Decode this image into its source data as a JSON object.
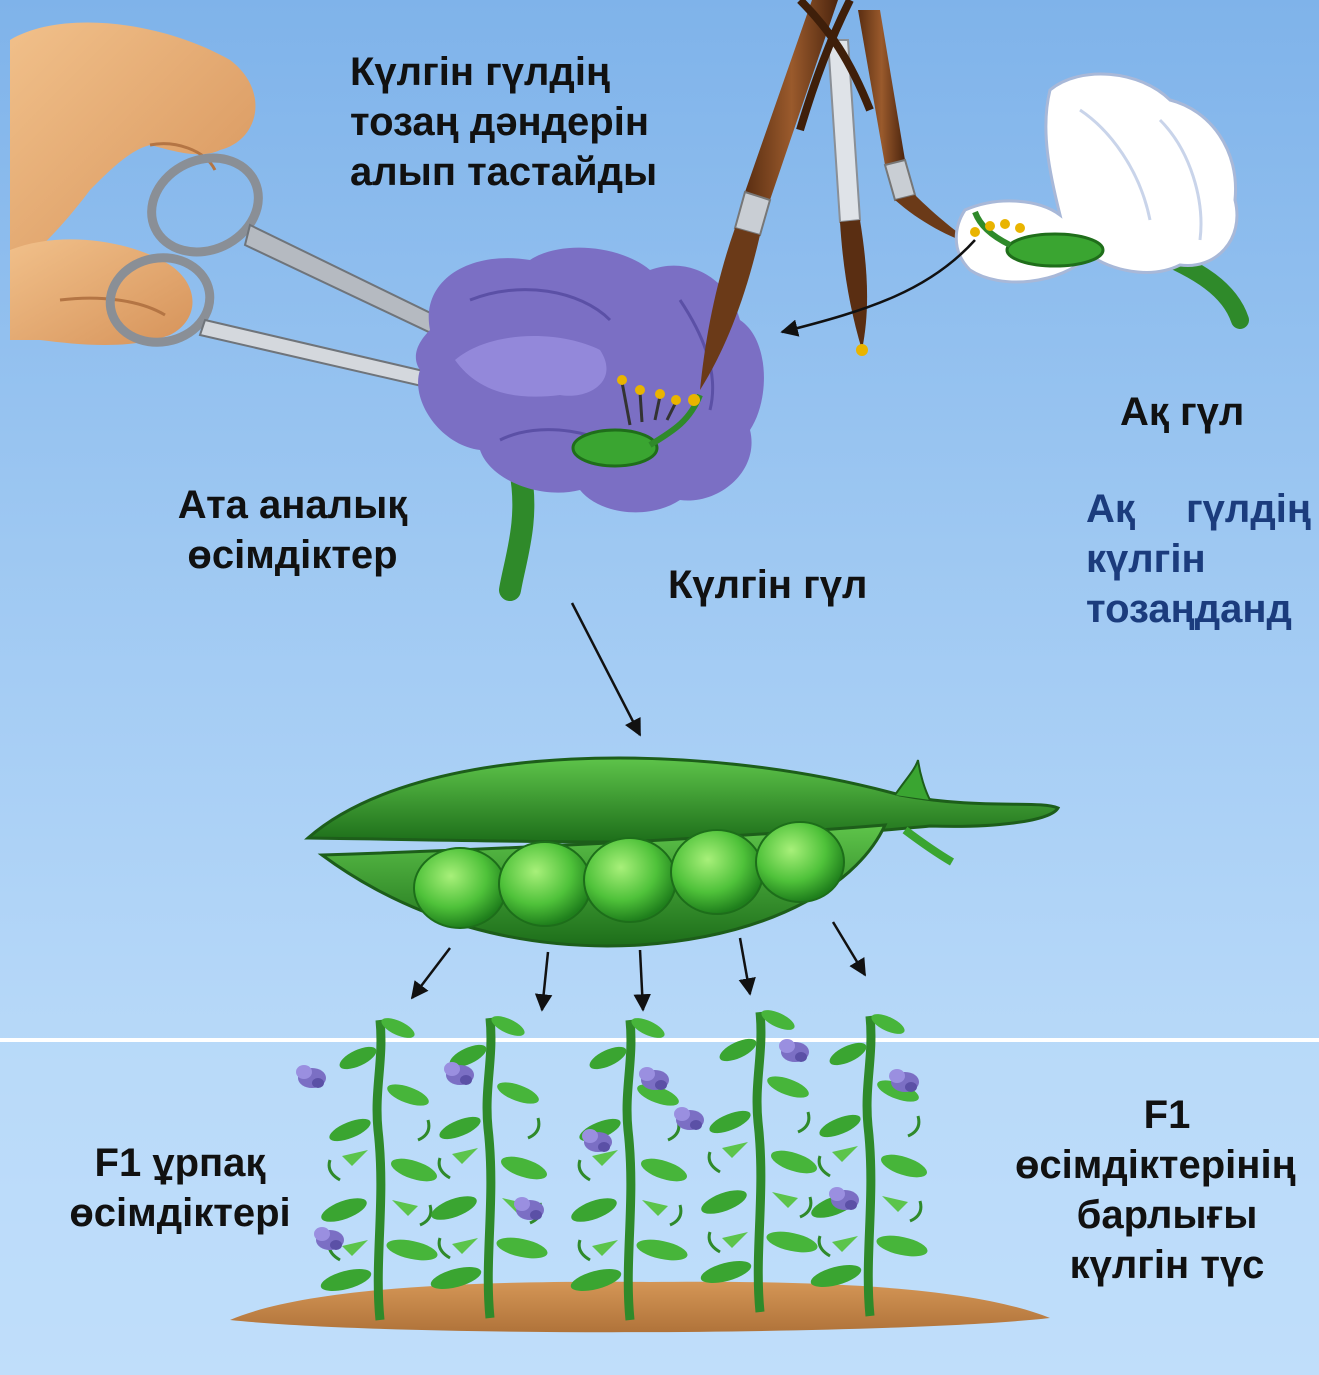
{
  "labels": {
    "remove_pollen": [
      "Күлгін гүлдің",
      "тозаң дәндерін",
      "алып тастайды"
    ],
    "white_flower": "Ақ гүл",
    "parent_plants": [
      "Ата аналық",
      "өсімдіктер"
    ],
    "purple_flower": "Күлгін гүл",
    "pollinate": [
      "Ақ гүлдің",
      "күлгін",
      "тозаңданд"
    ],
    "f1_generation": [
      "F1 ұрпақ",
      "өсімдіктері"
    ],
    "f1_all_purple": [
      "F1",
      "өсімдіктерінің",
      "барлығы",
      "күлгін түс"
    ]
  },
  "colors": {
    "sky": "#9ec8f2",
    "purple_petal": "#7b6fc4",
    "pod_green": "#2f9a2a",
    "pea_green": "#5fd044",
    "soil": "#c7894a",
    "label_dark": "#111111",
    "label_blue": "#1b3c7d"
  },
  "icons": [
    "scissors-icon",
    "hand-icon",
    "paintbrush-icon",
    "purple-flower-icon",
    "white-flower-icon",
    "pea-pod-icon",
    "pea-plant-icon",
    "arrow-icon"
  ]
}
